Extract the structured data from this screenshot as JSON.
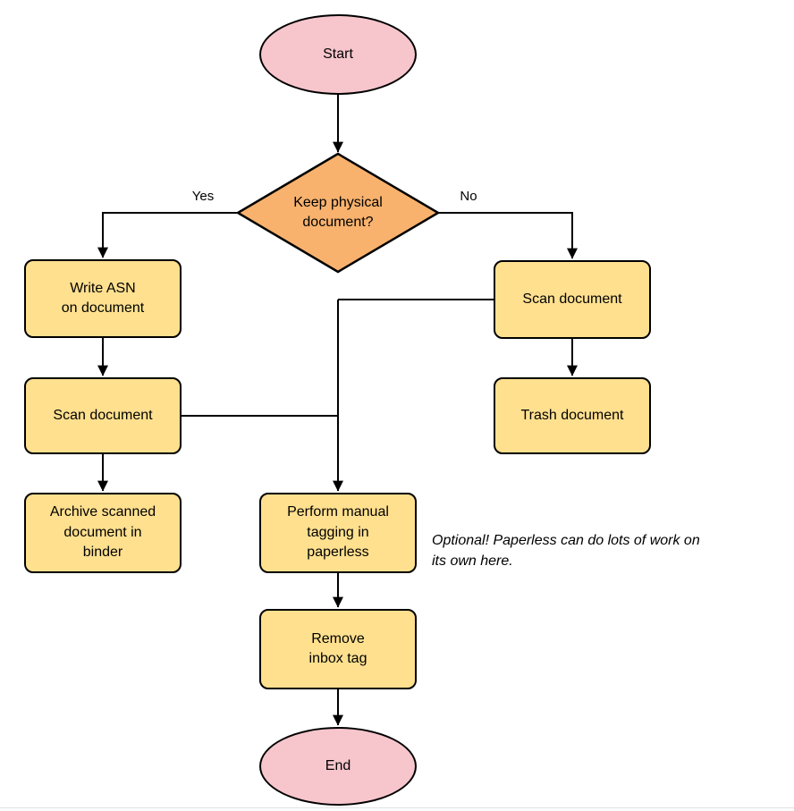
{
  "nodes": {
    "start": {
      "label": "Start",
      "type": "terminator"
    },
    "decision": {
      "label": "Keep physical\ndocument?",
      "type": "decision"
    },
    "write_asn": {
      "label": "Write ASN\non document",
      "type": "process"
    },
    "scan_right": {
      "label": "Scan document",
      "type": "process"
    },
    "scan_left": {
      "label": "Scan document",
      "type": "process"
    },
    "trash": {
      "label": "Trash document",
      "type": "process"
    },
    "archive": {
      "label": "Archive scanned\ndocument in\nbinder",
      "type": "process"
    },
    "tagging": {
      "label": "Perform manual\ntagging in\npaperless",
      "type": "process"
    },
    "remove_inbox": {
      "label": "Remove\ninbox tag",
      "type": "process"
    },
    "end": {
      "label": "End",
      "type": "terminator"
    }
  },
  "edge_labels": {
    "yes": "Yes",
    "no": "No"
  },
  "annotation": {
    "text": "Optional! Paperless can do lots of work on\nits own here."
  },
  "colors": {
    "terminal_fill": "#f7c5cc",
    "decision_fill": "#f8b26e",
    "process_fill": "#ffe08f",
    "stroke": "#000000"
  }
}
